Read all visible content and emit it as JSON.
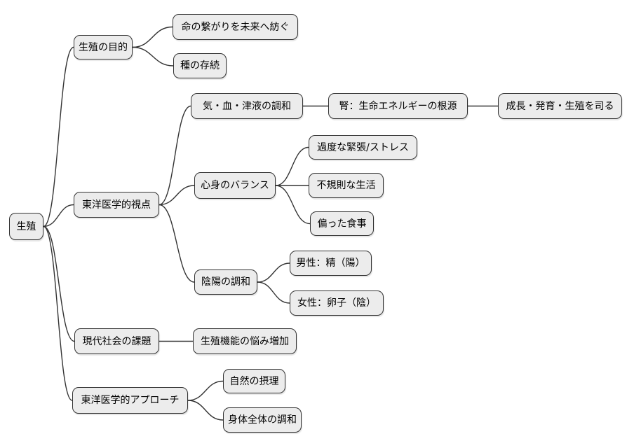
{
  "colors": {
    "canvas_bg": "#ffffff",
    "node_fill": "#ececec",
    "node_border": "#333333",
    "edge_color": "#333333",
    "text_color": "#000000"
  },
  "tree": {
    "label": "生殖",
    "children": [
      {
        "label": "生殖の目的",
        "children": [
          {
            "label": "命の繋がりを未来へ紡ぐ"
          },
          {
            "label": "種の存続"
          }
        ]
      },
      {
        "label": "東洋医学的視点",
        "children": [
          {
            "label": "気・血・津液の調和",
            "children": [
              {
                "label": "腎：生命エネルギーの根源",
                "children": [
                  {
                    "label": "成長・発育・生殖を司る"
                  }
                ]
              }
            ]
          },
          {
            "label": "心身のバランス",
            "children": [
              {
                "label": "過度な緊張/ストレス"
              },
              {
                "label": "不規則な生活"
              },
              {
                "label": "偏った食事"
              }
            ]
          },
          {
            "label": "陰陽の調和",
            "children": [
              {
                "label": "男性：精（陽）"
              },
              {
                "label": "女性：卵子（陰）"
              }
            ]
          }
        ]
      },
      {
        "label": "現代社会の課題",
        "children": [
          {
            "label": "生殖機能の悩み増加"
          }
        ]
      },
      {
        "label": "東洋医学的アプローチ",
        "children": [
          {
            "label": "自然の摂理"
          },
          {
            "label": "身体全体の調和"
          }
        ]
      }
    ]
  }
}
